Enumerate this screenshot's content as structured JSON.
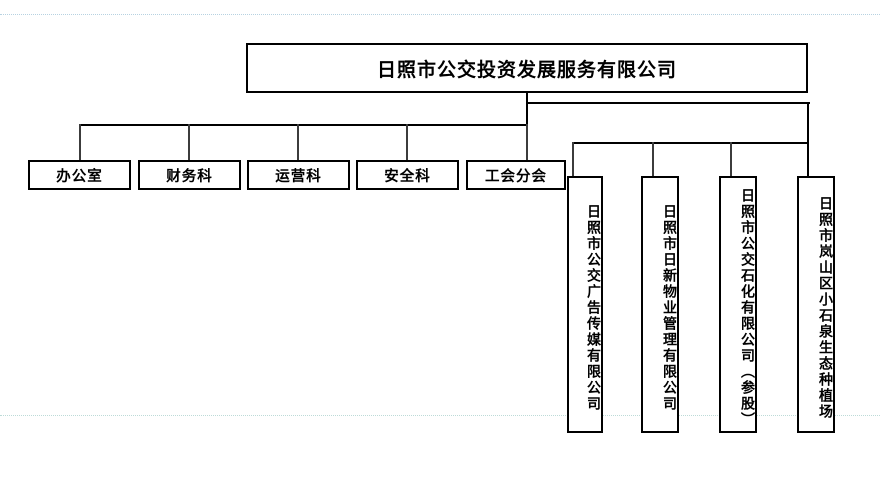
{
  "chart": {
    "type": "org-chart",
    "title": "日照市公交投资发展服务有限公司",
    "root": {
      "label": "日照市公交投资发展服务有限公司"
    },
    "departments": [
      {
        "label": "办公室"
      },
      {
        "label": "财务科"
      },
      {
        "label": "运营科"
      },
      {
        "label": "安全科"
      },
      {
        "label": "工会分会"
      }
    ],
    "subsidiaries": [
      {
        "label": "日照市公交广告传媒有限公司"
      },
      {
        "label": "日照市日新物业管理有限公司"
      },
      {
        "label": "日照市公交石化有限公司（参股）"
      },
      {
        "label": "日照市岚山区小石泉生态种植场"
      }
    ],
    "colors": {
      "border": "#000000",
      "background": "#ffffff",
      "text": "#000000",
      "guide_top": "#9fc4d8",
      "guide_bottom": "#a8cfcc"
    }
  }
}
